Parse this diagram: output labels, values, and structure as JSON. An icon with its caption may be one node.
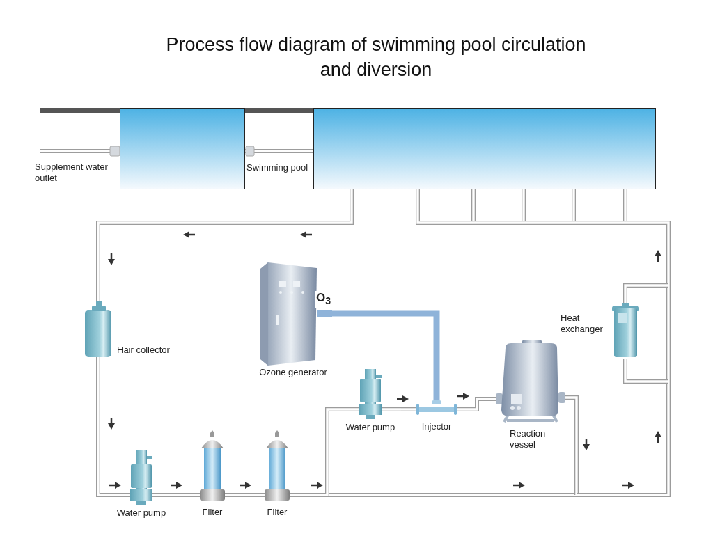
{
  "diagram": {
    "title": "Process flow diagram of swimming pool circulation and diversion",
    "nodes": [
      {
        "text": [],
        "shape": "box"
      },
      {
        "text": [],
        "shape": "box"
      },
      {
        "text": [
          "Ozone generator"
        ]
      },
      {
        "text": [
          "Hair collector"
        ]
      },
      {
        "text": [
          "Water pump"
        ]
      },
      {
        "text": [
          "Filter"
        ]
      },
      {
        "text": [
          "Filter"
        ]
      },
      {
        "text": [
          "Water pump"
        ]
      },
      {
        "text": [
          "Injector"
        ]
      },
      {
        "text": [
          "Reaction vessel"
        ]
      },
      {
        "text": [
          "Heat exchanger"
        ]
      }
    ],
    "edges": [
      {
        "from": null,
        "to": 0,
        "arrow": "none"
      },
      {
        "from": 1,
        "to": 0,
        "arrow": "none"
      },
      {
        "from": 1,
        "to": 3,
        "arrow": "none"
      },
      {
        "from": 3,
        "to": 4,
        "arrow": "none"
      },
      {
        "from": 4,
        "to": 5,
        "arrow": "none"
      },
      {
        "from": 5,
        "to": 6,
        "arrow": "none"
      },
      {
        "from": 6,
        "to": 7,
        "arrow": "none"
      },
      {
        "from": 7,
        "to": 8,
        "arrow": "none"
      },
      {
        "from": 2,
        "to": 8,
        "arrow": "none",
        "label": "O$_{3}$",
        "color": "#8fb3d9"
      },
      {
        "from": 8,
        "to": 9,
        "arrow": "none"
      },
      {
        "from": 9,
        "to": 1,
        "arrow": "none"
      },
      {
        "from": 9,
        "to": 10,
        "arrow": "none"
      },
      {
        "from": 10,
        "to": 1,
        "arrow": "none"
      },
      {
        "from": 6,
        "to": 1,
        "arrow": "none"
      }
    ],
    "labels": [
      "Supplement water outlet",
      "Swimming pool"
    ]
  }
}
